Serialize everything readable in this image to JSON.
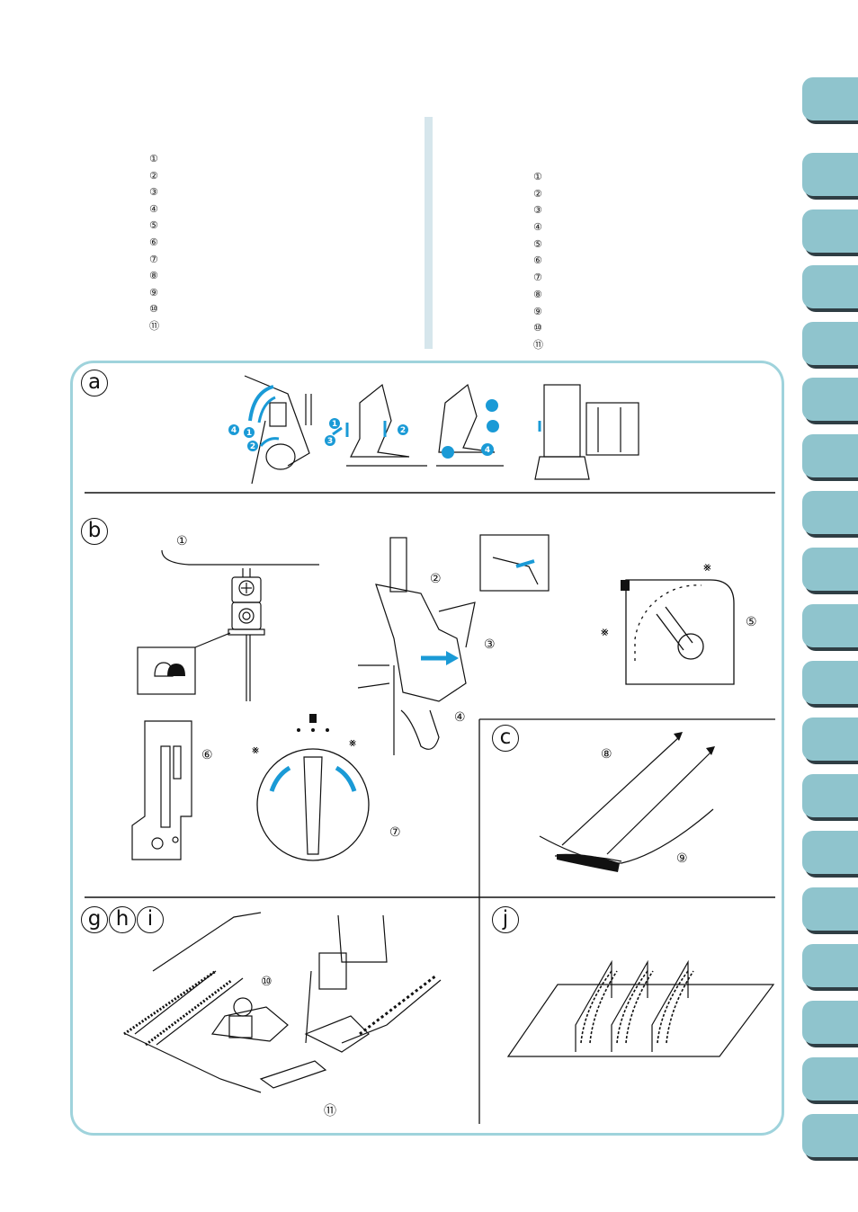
{
  "left_list": [
    "①",
    "②",
    "③",
    "④",
    "⑤",
    "⑥",
    "⑦",
    "⑧",
    "⑨",
    "⑩",
    "⑪"
  ],
  "right_list": [
    "①",
    "②",
    "③",
    "④",
    "⑤",
    "⑥",
    "⑦",
    "⑧",
    "⑨",
    "⑩",
    "⑪"
  ],
  "badges": {
    "a": "a",
    "b": "b",
    "c": "c",
    "ghi": [
      "g",
      "h",
      "i"
    ],
    "j": "j"
  },
  "callouts": {
    "c1": "①",
    "c2": "②",
    "c3": "③",
    "c4": "④",
    "c5": "⑤",
    "c6": "⑥",
    "c7": "⑦",
    "c8": "⑧",
    "c9": "⑨",
    "c10": "⑩",
    "c11": "⑪"
  },
  "step_numbers": [
    "4",
    "1",
    "2",
    "1",
    "2",
    "3",
    "4"
  ],
  "colors": {
    "accent": "#1a9ad6",
    "tab": "#8fc4cd",
    "panel_border": "#9fd3dc"
  },
  "side_tab_count": 19
}
